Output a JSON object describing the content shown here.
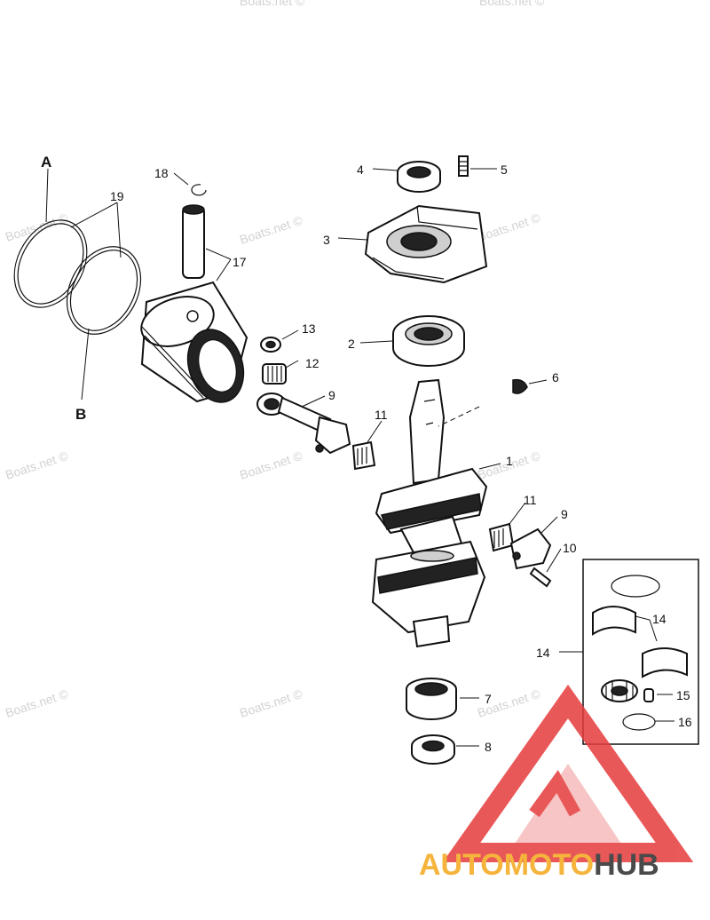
{
  "watermark_text": "Boats.net ©",
  "brand": {
    "part1": "AUTOMOTO",
    "part2": "HUB",
    "color1": "#f5b43c",
    "color2": "#4a4a4a",
    "logo_color": "#e63c3c"
  },
  "callouts": {
    "c1": "1",
    "c2": "2",
    "c3": "3",
    "c4": "4",
    "c5": "5",
    "c6": "6",
    "c7": "7",
    "c8": "8",
    "c9a": "9",
    "c9b": "9",
    "c10": "10",
    "c11a": "11",
    "c11b": "11",
    "c12": "12",
    "c13": "13",
    "c14a": "14",
    "c14b": "14",
    "c15": "15",
    "c16": "16",
    "c17": "17",
    "c18": "18",
    "c19": "19",
    "cA": "A",
    "cB": "B"
  }
}
